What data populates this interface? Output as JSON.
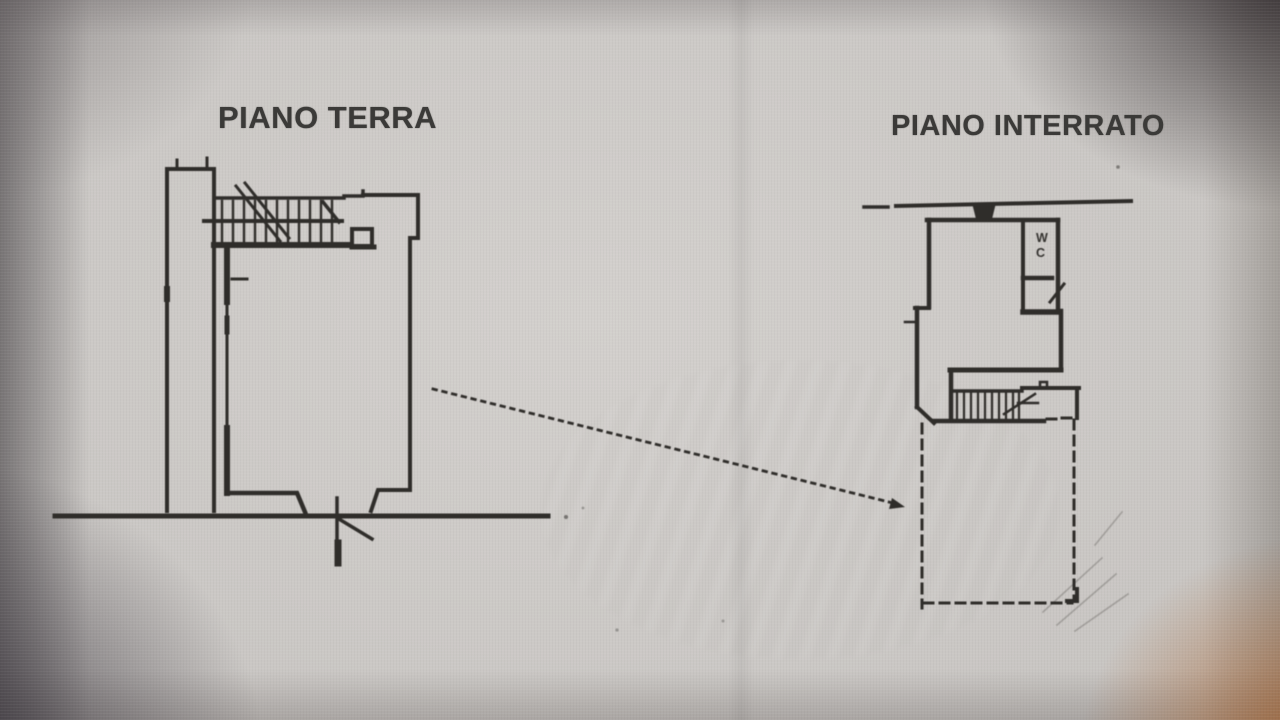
{
  "plans": {
    "piano_terra": {
      "title": "PIANO TERRA"
    },
    "piano_interrato": {
      "title": "PIANO INTERRATO",
      "rooms": {
        "wc": {
          "label_line1": "W",
          "label_line2": "C"
        }
      }
    }
  },
  "colors": {
    "ink": "#2f2d2a",
    "title_text": "#3b3a38",
    "paper_light": "#d3d0cd",
    "paper_mid": "#c7c4c1",
    "shadow_dark": "#3a3436",
    "glare_warm": "#a66534"
  }
}
